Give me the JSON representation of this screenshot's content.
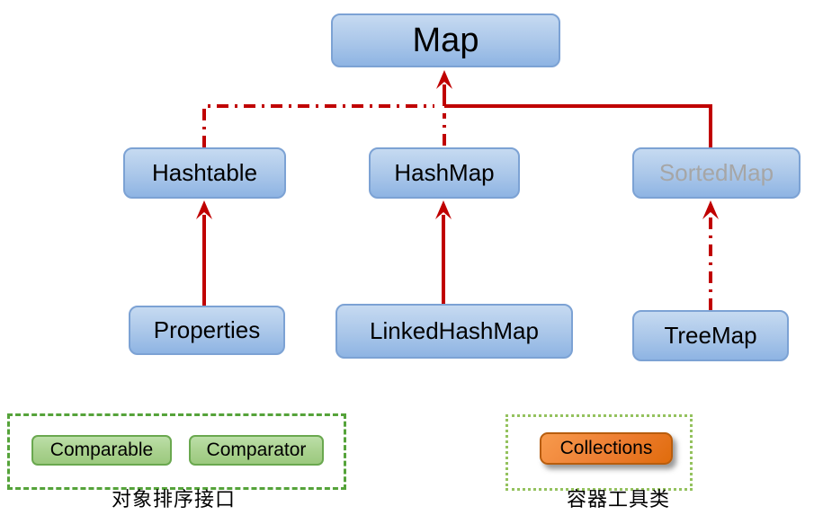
{
  "nodes": {
    "map": "Map",
    "hashtable": "Hashtable",
    "hashmap": "HashMap",
    "sortedmap": "SortedMap",
    "properties": "Properties",
    "linkedhashmap": "LinkedHashMap",
    "treemap": "TreeMap"
  },
  "edges": [
    {
      "from": "Hashtable",
      "to": "Map",
      "style": "dash-dot"
    },
    {
      "from": "HashMap",
      "to": "Map",
      "style": "dash-dot"
    },
    {
      "from": "SortedMap",
      "to": "Map",
      "style": "solid"
    },
    {
      "from": "Properties",
      "to": "Hashtable",
      "style": "solid"
    },
    {
      "from": "LinkedHashMap",
      "to": "HashMap",
      "style": "solid"
    },
    {
      "from": "TreeMap",
      "to": "SortedMap",
      "style": "dash-dot"
    }
  ],
  "groups": {
    "sorting": {
      "label": "对象排序接口",
      "items": [
        "Comparable",
        "Comparator"
      ]
    },
    "utility": {
      "label": "容器工具类",
      "items": [
        "Collections"
      ]
    }
  },
  "colors": {
    "node_fill_top": "#c6daf1",
    "node_fill_bottom": "#8eb4e3",
    "node_border": "#7ca2d4",
    "faded_node_text": "#a6a6a6",
    "arrow_red": "#c00000",
    "green_button_fill": "#a9d18e",
    "green_button_border": "#6aa84f",
    "sorting_group_border": "#55a33a",
    "utility_group_border": "#94c25e",
    "orange_button_fill": "#ed7d31",
    "orange_button_border": "#b85d0d"
  }
}
